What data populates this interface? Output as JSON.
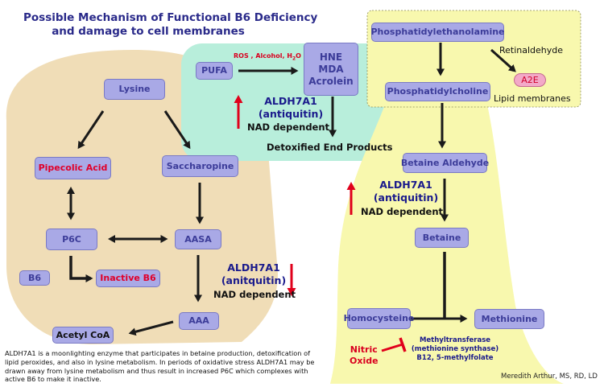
{
  "title": {
    "line1": "Possible Mechanism of Functional B6 Deficiency",
    "line2": "and damage to cell membranes"
  },
  "nodes": {
    "lysine": "Lysine",
    "pipecolic_acid": "Pipecolic Acid",
    "saccharopine": "Saccharopine",
    "p6c": "P6C",
    "aasa": "AASA",
    "b6": "B6",
    "inactive_b6": "Inactive B6",
    "aaa": "AAA",
    "acetyl_coa": "Acetyl CoA",
    "pufa": "PUFA",
    "hne_lines": [
      "HNE",
      "MDA",
      "Acrolein"
    ],
    "phosphatidylethanolamine": "Phosphatidylethanolamine",
    "phosphatidylcholine": "Phosphatidylcholine",
    "a2e": "A2E",
    "betaine_aldehyde": "Betaine Aldehyde",
    "betaine": "Betaine",
    "homocysteine": "Homocysteine",
    "methionine": "Methionine"
  },
  "labels": {
    "ros": "ROS , Alcohol, H",
    "ros_sub": "2",
    "ros_o": "O",
    "detoxified": "Detoxified  End Products",
    "retinaldehyde": "Retinaldehyde",
    "lipid_membranes": "Lipid  membranes",
    "nitric_oxide_1": "Nitric",
    "nitric_oxide_2": "Oxide",
    "methyltransferase": "Methyltransferase",
    "methionine_synthase": "(methionine synthase)",
    "b12": "B12, 5-methylfolate"
  },
  "enzymes": {
    "top": {
      "name": "ALDH7A1",
      "alias": "(antiquitin)",
      "cofactor": "NAD dependent"
    },
    "right": {
      "name": "ALDH7A1",
      "alias": "(antiquitin)",
      "cofactor": "NAD dependent"
    },
    "bottom": {
      "name": "ALDH7A1",
      "alias": "(anitquitin)",
      "cofactor": "NAD dependent"
    }
  },
  "note": "ALDH7A1 is a moonlighting enzyme that participates in betaine production, detoxification of lipid peroxides, and also in lysine metabolism. In periods of oxidative stress  ALDH7A1 may be drawn away from lysine metabolism and thus result in increased P6C which complexes with active B6 to make it inactive.",
  "credit": "Meredith Arthur, MS, RD, LD",
  "colors": {
    "beige_region": "#f0ddb7",
    "green_region": "#b8eedb",
    "yellow_region": "#f8f8ae",
    "node_fill": "#a9a9e6",
    "node_text": "#3c3c99",
    "red_text": "#e0002a",
    "arrow": "#1a1a1a",
    "red_arrow": "#e0001b"
  }
}
